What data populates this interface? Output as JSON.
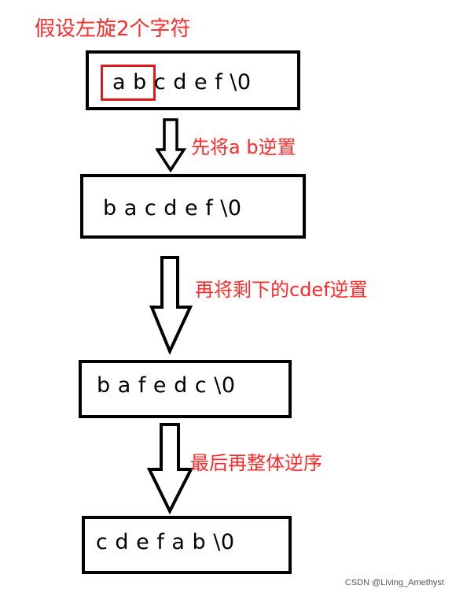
{
  "title": "假设左旋2个字符",
  "rows": [
    {
      "text": "a b c d e f \\0",
      "highlight": "a b"
    },
    {
      "text": "b a c d e f \\0"
    },
    {
      "text": "b a f e d c \\0"
    },
    {
      "text": "c d e f a b \\0"
    }
  ],
  "steps": [
    "先将a b逆置",
    "再将剩下的cdef逆置",
    "最后再整体逆序"
  ],
  "watermark": "CSDN @Living_Amethyst",
  "colors": {
    "annotation": "#ff2a2a",
    "highlight_box": "#e0191b",
    "box_border": "#000000"
  }
}
